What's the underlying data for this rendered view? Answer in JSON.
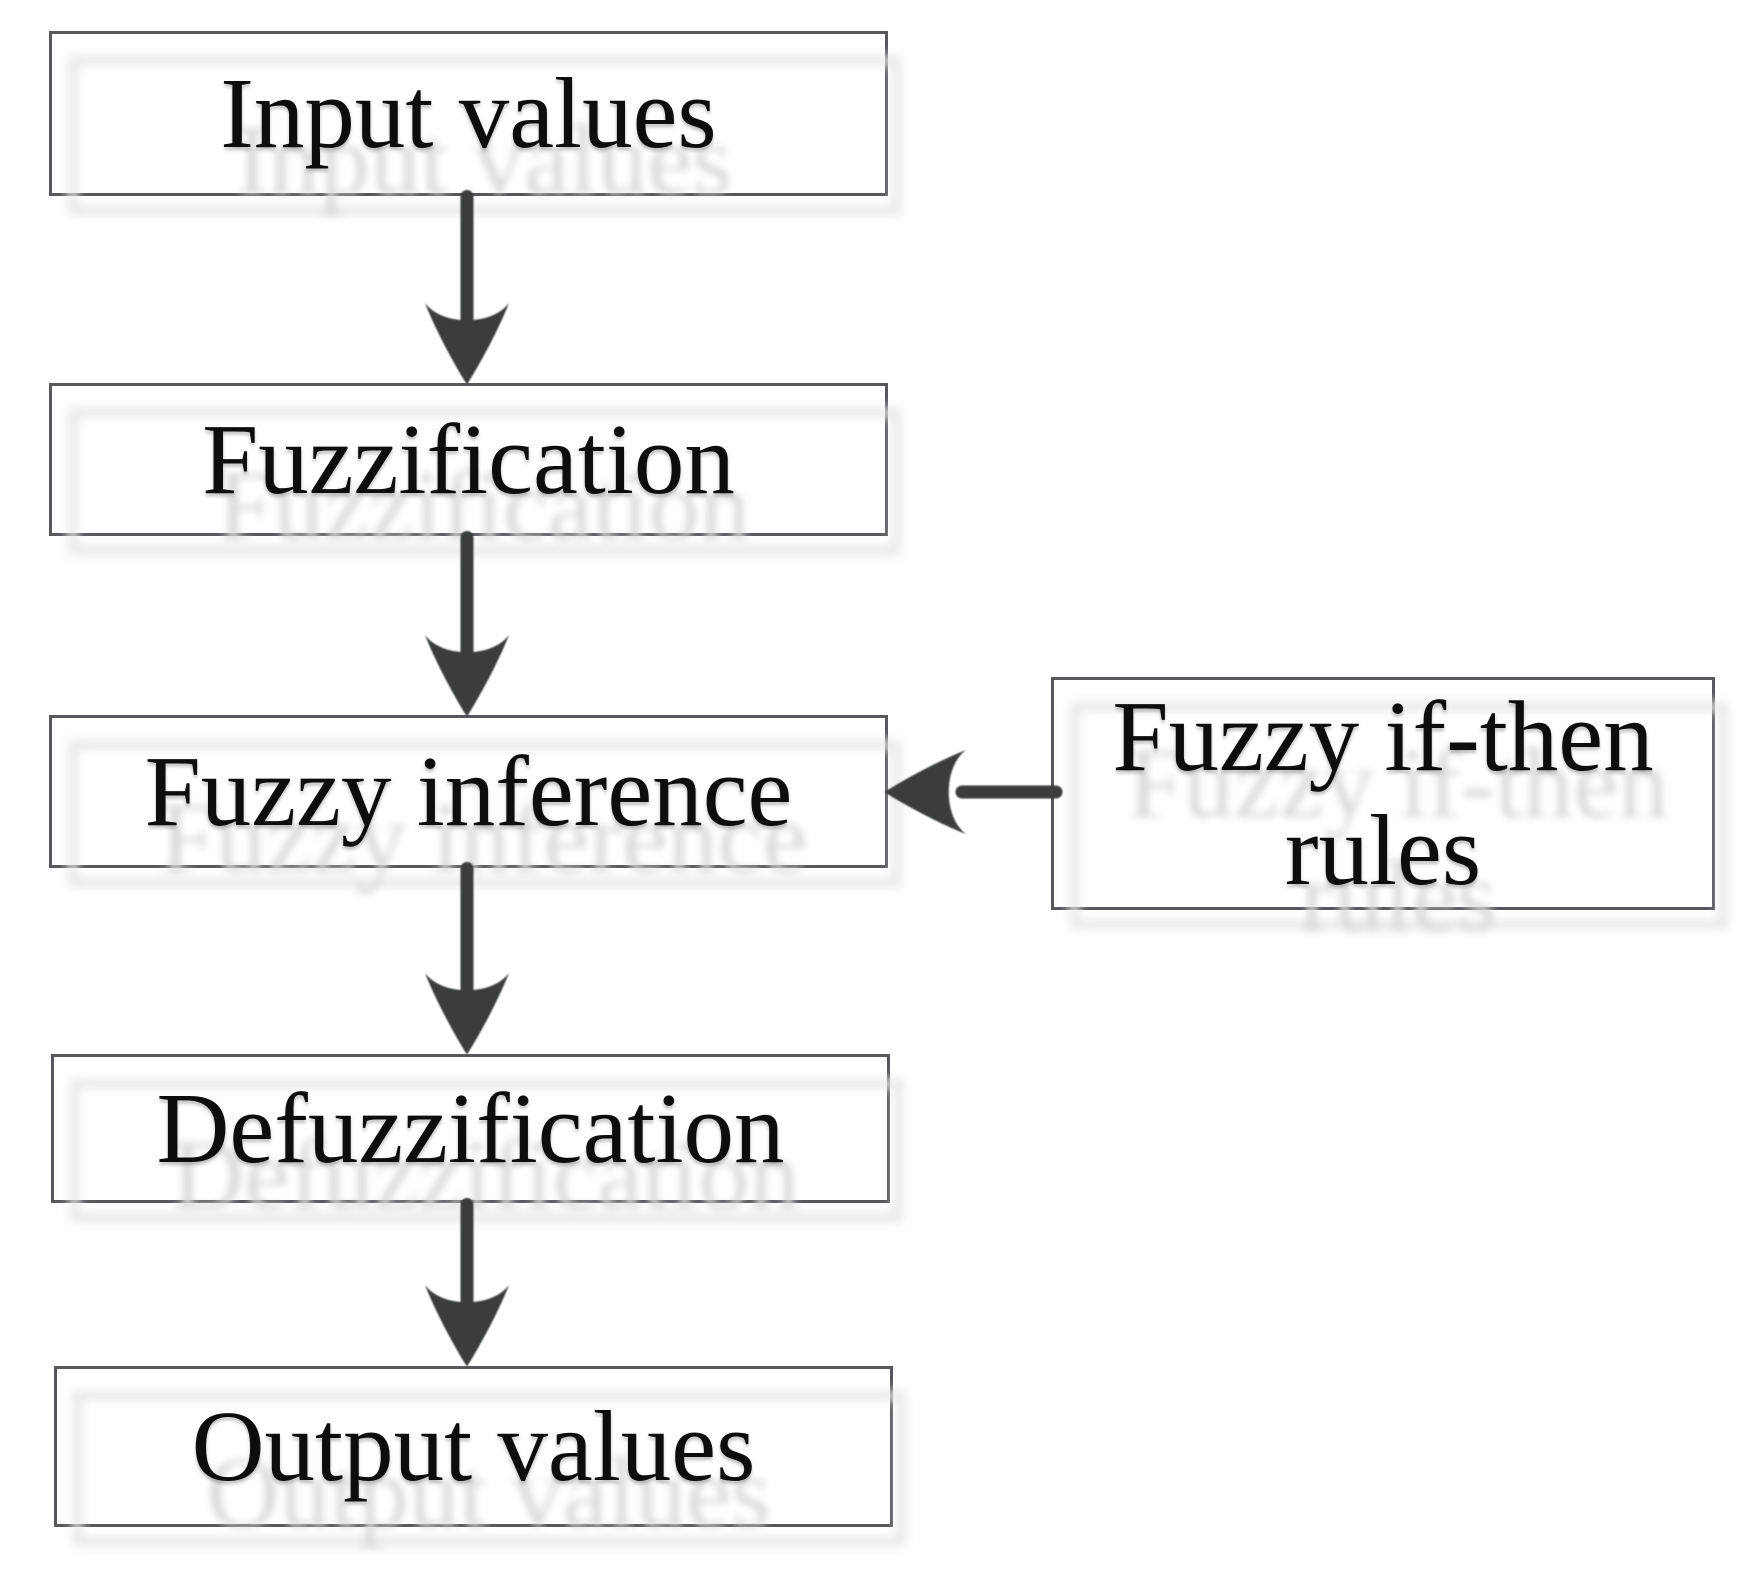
{
  "diagram": {
    "type": "flowchart",
    "background_color": "#ffffff",
    "box_border_color": "#57585b",
    "arrow_color": "#3b3c3e",
    "text_color": "#0d0d0d",
    "shadow_color": "#e7e7e7",
    "nodes": [
      {
        "id": "input-values",
        "label": "Input values"
      },
      {
        "id": "fuzzification",
        "label": "Fuzzification"
      },
      {
        "id": "fuzzy-inference",
        "label": "Fuzzy inference"
      },
      {
        "id": "defuzzification",
        "label": "Defuzzification"
      },
      {
        "id": "output-values",
        "label": "Output values"
      },
      {
        "id": "fuzzy-if-then-rules",
        "label": "Fuzzy if-then rules",
        "lines": [
          "Fuzzy if-then",
          "rules"
        ]
      }
    ],
    "edges": [
      {
        "from": "input-values",
        "to": "fuzzification",
        "style": "arrow-down"
      },
      {
        "from": "fuzzification",
        "to": "fuzzy-inference",
        "style": "arrow-down"
      },
      {
        "from": "fuzzy-inference",
        "to": "defuzzification",
        "style": "arrow-down"
      },
      {
        "from": "defuzzification",
        "to": "output-values",
        "style": "arrow-down"
      },
      {
        "from": "fuzzy-if-then-rules",
        "to": "fuzzy-inference",
        "style": "arrow-left"
      }
    ]
  }
}
